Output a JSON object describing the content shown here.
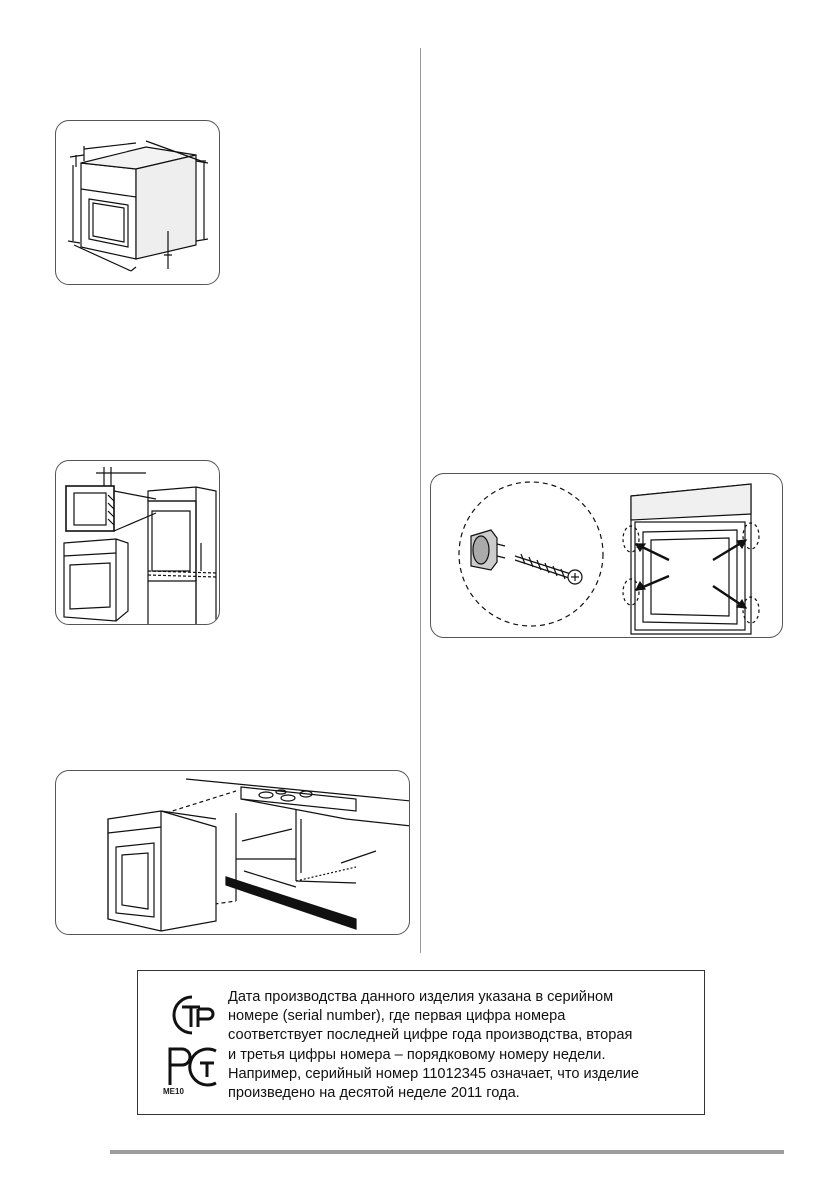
{
  "notice": {
    "lines": [
      "Дата производства данного изделия указана в серийном",
      "номере (serial number), где первая цифра номера",
      "соответствует последней цифре года производства, вторая",
      "и третья цифры номера – порядковому номеру недели.",
      "Например, серийный номер 11012345 означает, что изделие",
      "произведено на десятой неделе 2011 года."
    ],
    "mark_code": "ME10"
  },
  "icons": {
    "cert_mark_1": "gost-r-certification-icon",
    "cert_mark_2": "pct-certification-icon"
  }
}
